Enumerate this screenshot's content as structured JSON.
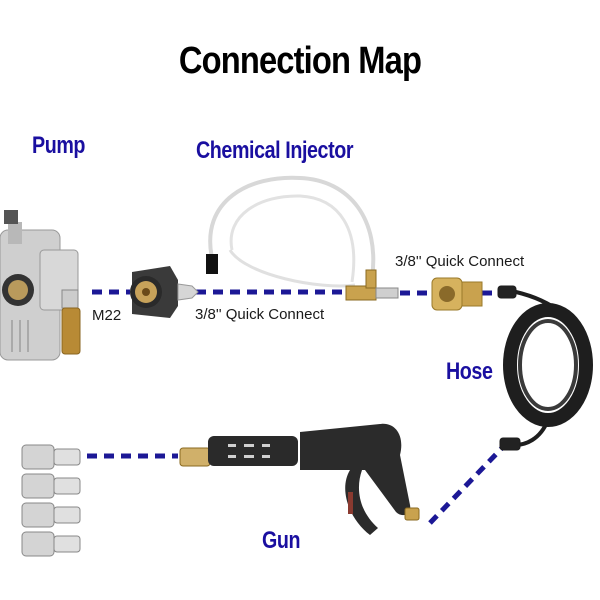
{
  "title": "Connection Map",
  "colors": {
    "label_blue": "#1a0fa0",
    "dash_line": "#1c1896",
    "brass": "#c9a24e",
    "hose_black": "#1e1e1e",
    "metal_silver": "#c8c8c8"
  },
  "components": {
    "pump": {
      "label": "Pump"
    },
    "chemical_injector": {
      "label": "Chemical Injector"
    },
    "hose": {
      "label": "Hose"
    },
    "gun": {
      "label": "Gun"
    },
    "nozzles": {
      "count": 4
    }
  },
  "connectors": {
    "m22": "M22",
    "quick_connect_1": "3/8'' Quick Connect",
    "quick_connect_2": "3/8'' Quick Connect"
  }
}
